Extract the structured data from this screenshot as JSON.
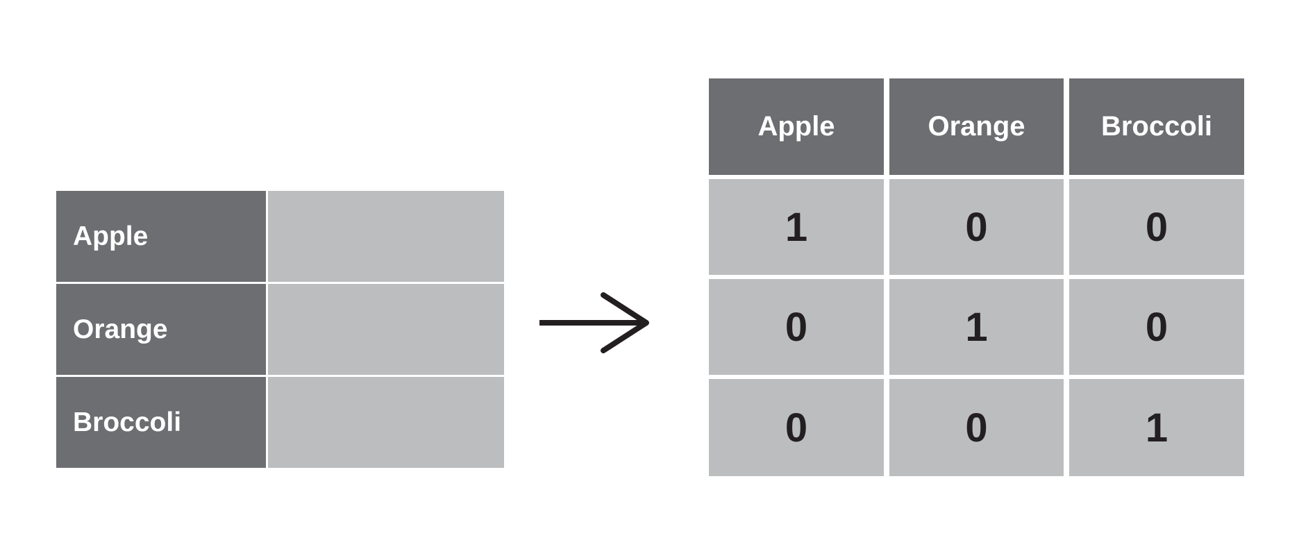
{
  "left_table": {
    "rows": [
      {
        "label": "Apple"
      },
      {
        "label": "Orange"
      },
      {
        "label": "Broccoli"
      }
    ]
  },
  "right_table": {
    "headers": [
      "Apple",
      "Orange",
      "Broccoli"
    ],
    "rows": [
      [
        "1",
        "0",
        "0"
      ],
      [
        "0",
        "1",
        "0"
      ],
      [
        "0",
        "0",
        "1"
      ]
    ]
  },
  "colors": {
    "dark_cell": "#6d6e71",
    "light_cell": "#bcbdbf",
    "arrow": "#231f20"
  }
}
